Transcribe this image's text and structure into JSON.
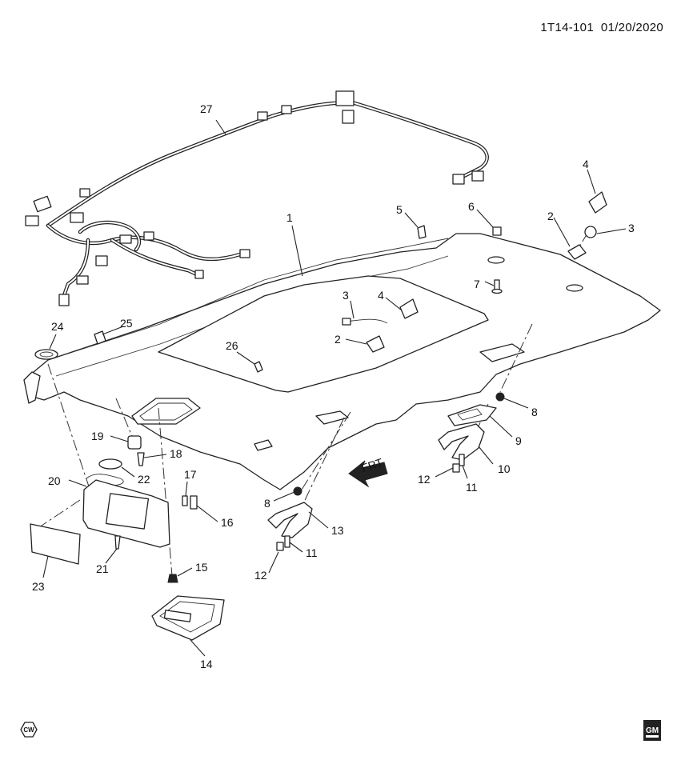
{
  "document": {
    "id": "1T14-101",
    "date": "01/20/2020"
  },
  "badges": {
    "cw": "CW",
    "brand": "GM"
  },
  "front_arrow": {
    "label": "FRT"
  },
  "callouts": [
    {
      "key": "c27",
      "label": "27"
    },
    {
      "key": "c1",
      "label": "1"
    },
    {
      "key": "c5",
      "label": "5"
    },
    {
      "key": "c6",
      "label": "6"
    },
    {
      "key": "c4a",
      "label": "4"
    },
    {
      "key": "c2a",
      "label": "2"
    },
    {
      "key": "c3a",
      "label": "3"
    },
    {
      "key": "c7",
      "label": "7"
    },
    {
      "key": "c3b",
      "label": "3"
    },
    {
      "key": "c4b",
      "label": "4"
    },
    {
      "key": "c2b",
      "label": "2"
    },
    {
      "key": "c24",
      "label": "24"
    },
    {
      "key": "c25",
      "label": "25"
    },
    {
      "key": "c26",
      "label": "26"
    },
    {
      "key": "c8a",
      "label": "8"
    },
    {
      "key": "c9",
      "label": "9"
    },
    {
      "key": "c10",
      "label": "10"
    },
    {
      "key": "c11a",
      "label": "11"
    },
    {
      "key": "c12a",
      "label": "12"
    },
    {
      "key": "c19",
      "label": "19"
    },
    {
      "key": "c18",
      "label": "18"
    },
    {
      "key": "c22",
      "label": "22"
    },
    {
      "key": "c20",
      "label": "20"
    },
    {
      "key": "c17",
      "label": "17"
    },
    {
      "key": "c16",
      "label": "16"
    },
    {
      "key": "c23",
      "label": "23"
    },
    {
      "key": "c21",
      "label": "21"
    },
    {
      "key": "c15",
      "label": "15"
    },
    {
      "key": "c14",
      "label": "14"
    },
    {
      "key": "c8b",
      "label": "8"
    },
    {
      "key": "c13",
      "label": "13"
    },
    {
      "key": "c11b",
      "label": "11"
    },
    {
      "key": "c12b",
      "label": "12"
    }
  ]
}
